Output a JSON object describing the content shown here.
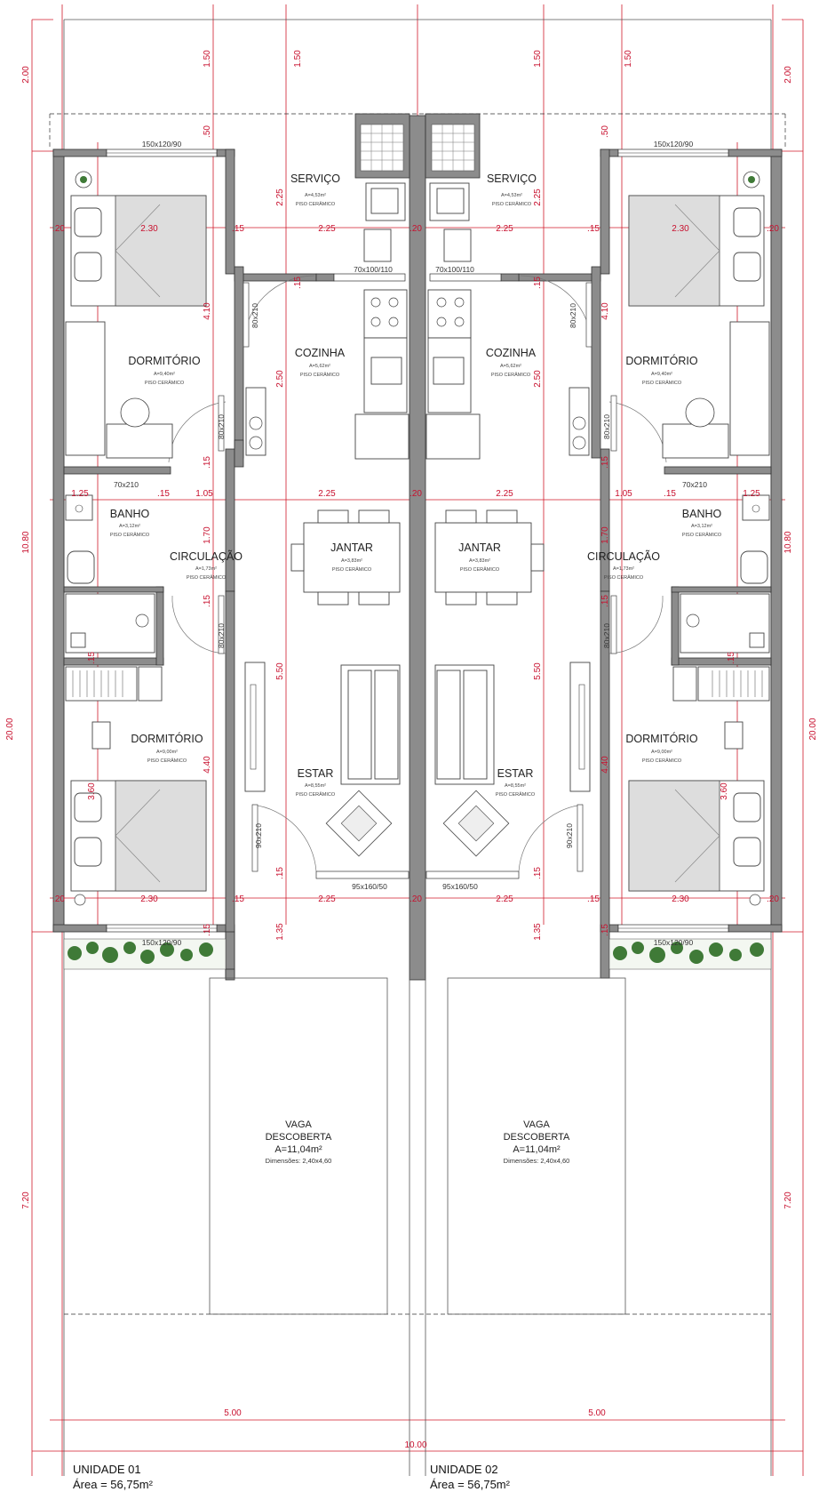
{
  "rooms": [
    {
      "id": "servico-1",
      "name": "SERVIÇO",
      "area": "A=4,53m²",
      "floor": "PISO CERÂMICO"
    },
    {
      "id": "servico-2",
      "name": "SERVIÇO",
      "area": "A=4,53m²",
      "floor": "PISO CERÂMICO"
    },
    {
      "id": "cozinha-1",
      "name": "COZINHA",
      "area": "A=5,62m²",
      "floor": "PISO CERÂMICO"
    },
    {
      "id": "cozinha-2",
      "name": "COZINHA",
      "area": "A=5,62m²",
      "floor": "PISO CERÂMICO"
    },
    {
      "id": "dorm1-1",
      "name": "DORMITÓRIO",
      "area": "A=9,40m²",
      "floor": "PISO CERÂMICO"
    },
    {
      "id": "dorm1-2",
      "name": "DORMITÓRIO",
      "area": "A=9,40m²",
      "floor": "PISO CERÂMICO"
    },
    {
      "id": "banho-1",
      "name": "BANHO",
      "area": "A=3,12m²",
      "floor": "PISO CERÂMICO"
    },
    {
      "id": "banho-2",
      "name": "BANHO",
      "area": "A=3,12m²",
      "floor": "PISO CERÂMICO"
    },
    {
      "id": "circ-1",
      "name": "CIRCULAÇÃO",
      "area": "A=1,73m²",
      "floor": "PISO CERÂMICO"
    },
    {
      "id": "circ-2",
      "name": "CIRCULAÇÃO",
      "area": "A=1,73m²",
      "floor": "PISO CERÂMICO"
    },
    {
      "id": "jantar-1",
      "name": "JANTAR",
      "area": "A=3,83m²",
      "floor": "PISO CERÂMICO"
    },
    {
      "id": "jantar-2",
      "name": "JANTAR",
      "area": "A=3,83m²",
      "floor": "PISO CERÂMICO"
    },
    {
      "id": "dorm2-1",
      "name": "DORMITÓRIO",
      "area": "A=9,00m²",
      "floor": "PISO CERÂMICO"
    },
    {
      "id": "dorm2-2",
      "name": "DORMITÓRIO",
      "area": "A=9,00m²",
      "floor": "PISO CERÂMICO"
    },
    {
      "id": "estar-1",
      "name": "ESTAR",
      "area": "A=8,55m²",
      "floor": "PISO CERÂMICO"
    },
    {
      "id": "estar-2",
      "name": "ESTAR",
      "area": "A=8,55m²",
      "floor": "PISO CERÂMICO"
    }
  ],
  "openings": {
    "window_dorm": "150x120/90",
    "window_service": "70x100/110",
    "door_80": "80x210",
    "door_70": "70x210",
    "door_90": "90x210",
    "window_estar": "95x160/50"
  },
  "dims": {
    "d200": "2.00",
    "d150": "1.50",
    "d50": ".50",
    "d225": "2.25",
    "d230": "2.30",
    "d20": ".20",
    "d15": ".15",
    "d410": "4.10",
    "d250": "2.50",
    "d125": "1.25",
    "d105": "1.05",
    "d170": "1.70",
    "d550": "5.50",
    "d440": "4.40",
    "d360": "3.60",
    "d135": "1.35",
    "d1080": "10.80",
    "d2000": "20.00",
    "d720": "7.20",
    "d500": "5.00",
    "d1000": "10.00"
  },
  "vaga": {
    "title1": "VAGA",
    "title2": "DESCOBERTA",
    "area": "A=11,04m²",
    "dims": "Dimensões: 2,40x4,60"
  },
  "units": [
    {
      "name": "UNIDADE 01",
      "area": "Área = 56,75m²"
    },
    {
      "name": "UNIDADE 02",
      "area": "Área = 56,75m²"
    }
  ],
  "colors": {
    "wall": "#8c8c8c",
    "dimension": "#d11a2a",
    "vegetation": "#3f7a37"
  }
}
